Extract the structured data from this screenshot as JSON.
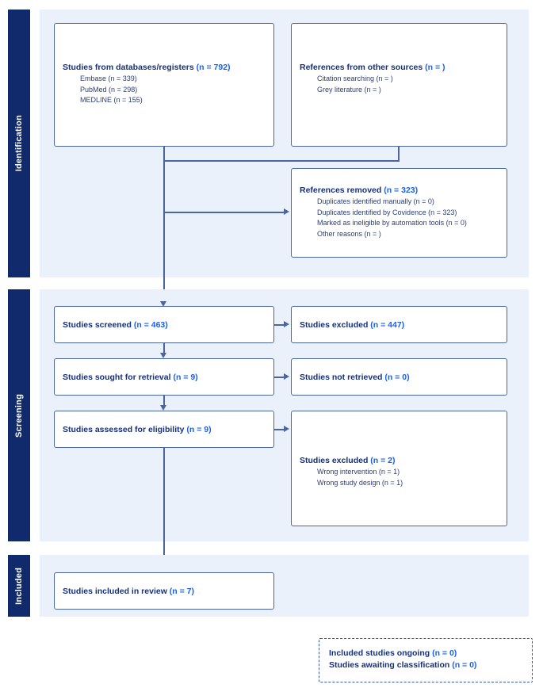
{
  "diagram": {
    "type": "prisma-flow-diagram",
    "colors": {
      "stage_bar": "#112a6b",
      "stage_panel": "#eaf1fb",
      "box_border": "#4a66a0",
      "label_text": "#16307a",
      "count_text": "#1b5ff0",
      "sub_text": "#2a3f77"
    }
  },
  "stages": {
    "identification": "Identification",
    "screening": "Screening",
    "included": "Included"
  },
  "boxes": {
    "databases": {
      "title_text": "Studies from databases/registers ",
      "title_count": "(n = 792)",
      "items": [
        "Embase (n = 339)",
        "PubMed (n = 298)",
        "MEDLINE (n = 155)"
      ]
    },
    "other_sources": {
      "title_text": "References from other sources ",
      "title_count": "(n = )",
      "items": [
        "Citation searching (n = )",
        "Grey literature (n = )"
      ]
    },
    "references_removed": {
      "title_text": "References removed ",
      "title_count": "(n = 323)",
      "items": [
        "Duplicates identified manually (n = 0)",
        "Duplicates identified by Covidence (n = 323)",
        "Marked as ineligible by automation tools (n = 0)",
        "Other reasons (n = )"
      ]
    },
    "screened": {
      "title_text": "Studies screened ",
      "title_count": "(n = 463)"
    },
    "excluded_screening": {
      "title_text": "Studies excluded ",
      "title_count": "(n = 447)"
    },
    "sought_retrieval": {
      "title_text": "Studies sought for retrieval ",
      "title_count": "(n = 9)"
    },
    "not_retrieved": {
      "title_text": "Studies not retrieved ",
      "title_count": "(n = 0)"
    },
    "assessed_eligibility": {
      "title_text": "Studies assessed for eligibility ",
      "title_count": "(n = 9)"
    },
    "excluded_eligibility": {
      "title_text": "Studies excluded ",
      "title_count": "(n = 2)",
      "items": [
        "Wrong intervention (n = 1)",
        "Wrong study design (n = 1)"
      ]
    },
    "included_review": {
      "title_text": "Studies included in review ",
      "title_count": "(n = 7)"
    },
    "ongoing": {
      "line1_text": "Included studies ongoing ",
      "line1_count": "(n = 0)",
      "line2_text": "Studies awaiting classification ",
      "line2_count": "(n = 0)"
    }
  }
}
